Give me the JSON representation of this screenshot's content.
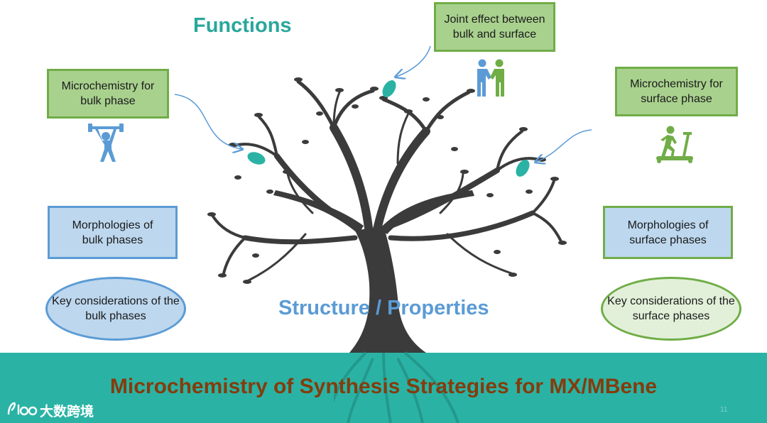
{
  "heading_functions": "Functions",
  "heading_structure": "Structure / Properties",
  "boxes": {
    "joint_effect": "Joint effect between bulk and surface",
    "bulk_microchemistry": "Microchemistry for bulk phase",
    "surface_microchemistry": "Microchemistry for surface phase",
    "bulk_morphologies": "Morphologies of bulk phases",
    "surface_morphologies": "Morphologies of surface phases",
    "bulk_key": "Key considerations of the bulk phases",
    "surface_key": "Key considerations of the surface phases"
  },
  "bottom_title": "Microchemistry of Synthesis Strategies for MX/MBene",
  "watermark": "大数跨境",
  "page_number": "11",
  "icons": [
    "handshake-icon",
    "weightlifter-icon",
    "treadmill-runner-icon",
    "tree-icon",
    "leaf-icon"
  ],
  "colors": {
    "teal": "#2ab3a5",
    "green_fill": "#a9d18e",
    "green_border": "#70ad47",
    "blue_fill": "#bdd7ee",
    "blue_border": "#5b9bd5",
    "title_brown": "#843c0c",
    "tree": "#3b3b3b"
  }
}
